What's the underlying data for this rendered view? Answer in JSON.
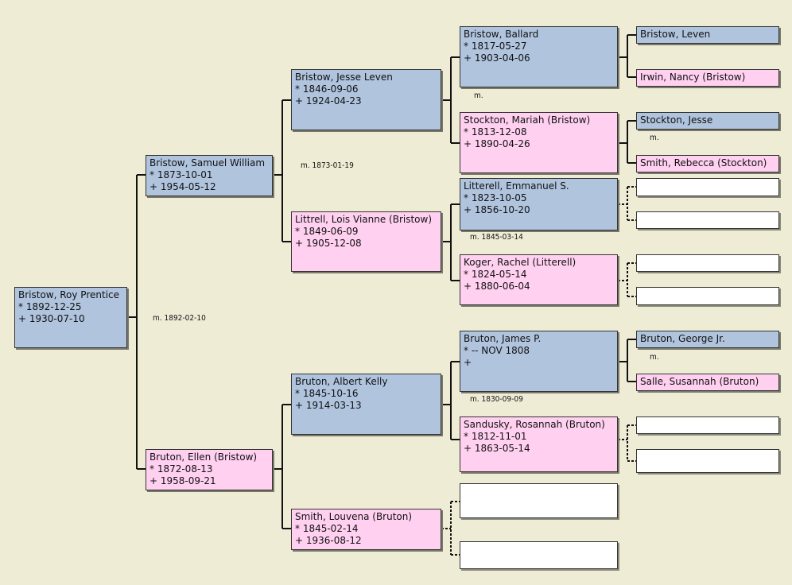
{
  "persons": {
    "roy": {
      "name": "Bristow, Roy Prentice",
      "birth": "* 1892-12-25",
      "death": "+ 1930-07-10"
    },
    "samuel": {
      "name": "Bristow, Samuel William",
      "birth": "* 1873-10-01",
      "death": "+ 1954-05-12"
    },
    "ellen": {
      "name": "Bruton, Ellen (Bristow)",
      "birth": "* 1872-08-13",
      "death": "+ 1958-09-21"
    },
    "jesse_leven": {
      "name": "Bristow, Jesse Leven",
      "birth": "* 1846-09-06",
      "death": "+ 1924-04-23"
    },
    "lois": {
      "name": "Littrell, Lois Vianne (Bristow)",
      "birth": "* 1849-06-09",
      "death": "+ 1905-12-08"
    },
    "albert": {
      "name": "Bruton, Albert Kelly",
      "birth": "* 1845-10-16",
      "death": "+ 1914-03-13"
    },
    "louvena": {
      "name": "Smith, Louvena (Bruton)",
      "birth": "* 1845-02-14",
      "death": "+ 1936-08-12"
    },
    "ballard": {
      "name": "Bristow, Ballard",
      "birth": "* 1817-05-27",
      "death": "+ 1903-04-06"
    },
    "mariah": {
      "name": "Stockton, Mariah (Bristow)",
      "birth": "* 1813-12-08",
      "death": "+ 1890-04-26"
    },
    "emmanuel": {
      "name": "Litterell, Emmanuel S.",
      "birth": "* 1823-10-05",
      "death": "+ 1856-10-20"
    },
    "rachel": {
      "name": "Koger, Rachel (Litterell)",
      "birth": "* 1824-05-14",
      "death": "+ 1880-06-04"
    },
    "james": {
      "name": "Bruton, James P.",
      "birth": "* -- NOV 1808",
      "death": "+"
    },
    "rosannah": {
      "name": "Sandusky, Rosannah (Bruton)",
      "birth": "* 1812-11-01",
      "death": "+ 1863-05-14"
    },
    "leven": {
      "name": "Bristow, Leven"
    },
    "nancy": {
      "name": "Irwin, Nancy (Bristow)"
    },
    "jesse": {
      "name": "Stockton, Jesse"
    },
    "rebecca": {
      "name": "Smith, Rebecca (Stockton)"
    },
    "george": {
      "name": "Bruton, George Jr."
    },
    "susannah": {
      "name": "Salle, Susannah (Bruton)"
    }
  },
  "marriages": {
    "m_samuel_ellen": "m. 1892-02-10",
    "m_jesse_lois": "m. 1873-01-19",
    "m_ballard_mariah": "m.",
    "m_emmanuel_rachel": "m. 1845-03-14",
    "m_james_rosannah": "m. 1830-09-09",
    "m_jesse_rebecca": "m.",
    "m_george_susannah": "m."
  },
  "colors": {
    "background": "#efecd6",
    "male": "#b0c4de",
    "female": "#ffd0f0",
    "empty": "#ffffff"
  }
}
